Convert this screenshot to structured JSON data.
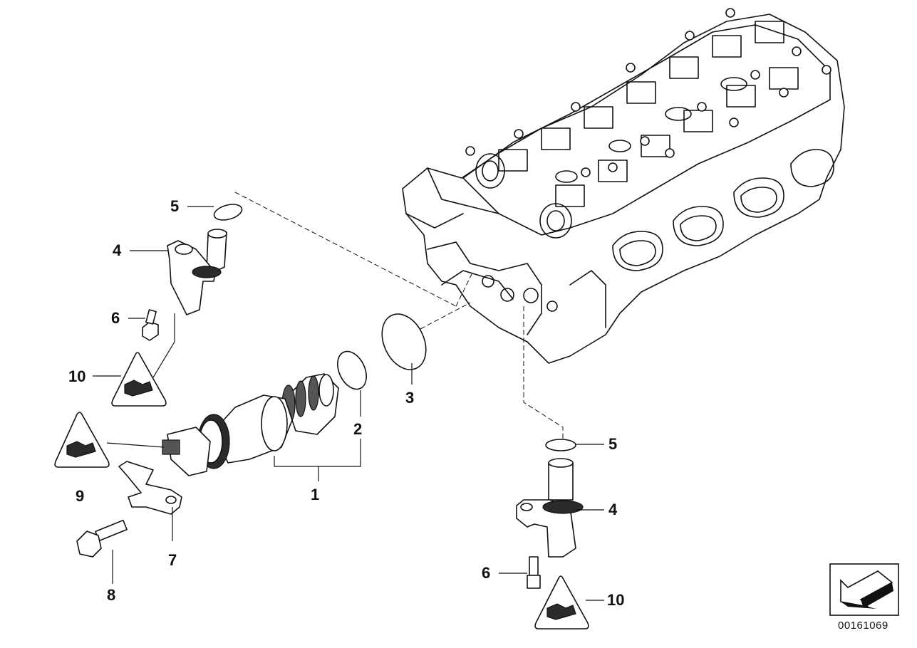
{
  "diagram": {
    "reference_number": "00161069",
    "callouts": [
      {
        "id": "c1",
        "label": "1"
      },
      {
        "id": "c2",
        "label": "2"
      },
      {
        "id": "c3",
        "label": "3"
      },
      {
        "id": "c4a",
        "label": "4"
      },
      {
        "id": "c4b",
        "label": "4"
      },
      {
        "id": "c5a",
        "label": "5"
      },
      {
        "id": "c5b",
        "label": "5"
      },
      {
        "id": "c6a",
        "label": "6"
      },
      {
        "id": "c6b",
        "label": "6"
      },
      {
        "id": "c7",
        "label": "7"
      },
      {
        "id": "c8",
        "label": "8"
      },
      {
        "id": "c9",
        "label": "9"
      },
      {
        "id": "c10a",
        "label": "10"
      },
      {
        "id": "c10b",
        "label": "10"
      }
    ]
  }
}
